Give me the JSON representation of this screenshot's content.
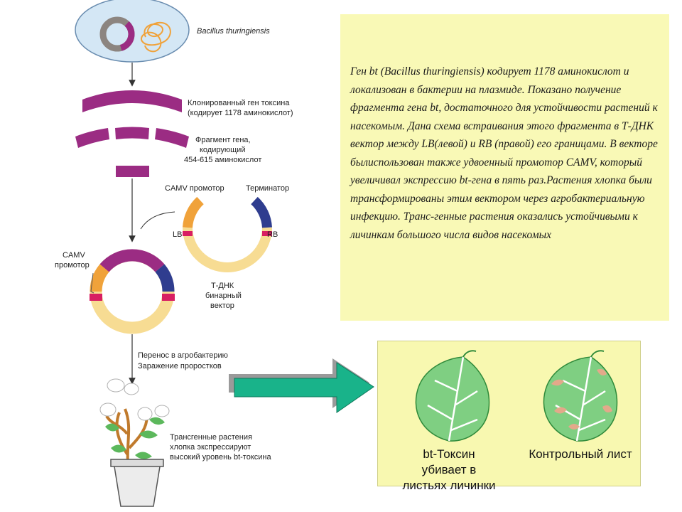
{
  "diagram": {
    "bacterium_label": "Bacillus thuringiensis",
    "cloned_gene_label": [
      "Клонированный ген токсина",
      "(кодирует 1178 аминокислот)"
    ],
    "fragment_label": [
      "Фрагмент гена,",
      "кодирующий",
      "454-615 аминокислот"
    ],
    "camv_promoter_top": "CAMV промотор",
    "terminator": "Терминатор",
    "lb": "LB",
    "rb": "RB",
    "tdna_label": [
      "Т-ДНК",
      "бинарный",
      "вектор"
    ],
    "camv_promoter_left": [
      "CAMV",
      "промотор"
    ],
    "transfer_label": [
      "Перенос в агробактерию",
      "Заражение проростков"
    ],
    "plant_label": [
      "Трансгенные растения",
      "хлопка экспрессируют",
      "высокий уровень bt-токсина"
    ]
  },
  "description": "Ген bt (Bacillus thuringiensis) кодирует 1178 аминокислот и локализован в бактерии на плазмиде. Показано получение фрагмента гена bt, достаточного для устойчивости растений к насекомым. Дана схема встраивания этого фрагмента в Т-ДНК вектор между LB(левой) и RB (правой) его границами. В векторе былиспользован также удвоенный промотор CAMV, который увеличивал экспрессию bt-гена в пять раз.Растения хлопка были трансформированы этим вектором через агробактериальную инфекцию. Транс-генные растения оказались устойчивыми к личинкам большого числа видов насекомых",
  "leaf_panel": {
    "left_caption": "bt-Токсин убивает в листьях личинки",
    "right_caption": "Контрольный лист"
  },
  "colors": {
    "gene_magenta": "#9b2c83",
    "promoter_orange": "#f0a23a",
    "terminator_blue": "#2f3d8f",
    "border_pink": "#d81e62",
    "vector_beige": "#f7dc93",
    "bacterium_fill": "#d4e7f5",
    "arrow_teal": "#19b38a",
    "leaf_green": "#7fcf82",
    "text_box": "#f9f9b6"
  }
}
